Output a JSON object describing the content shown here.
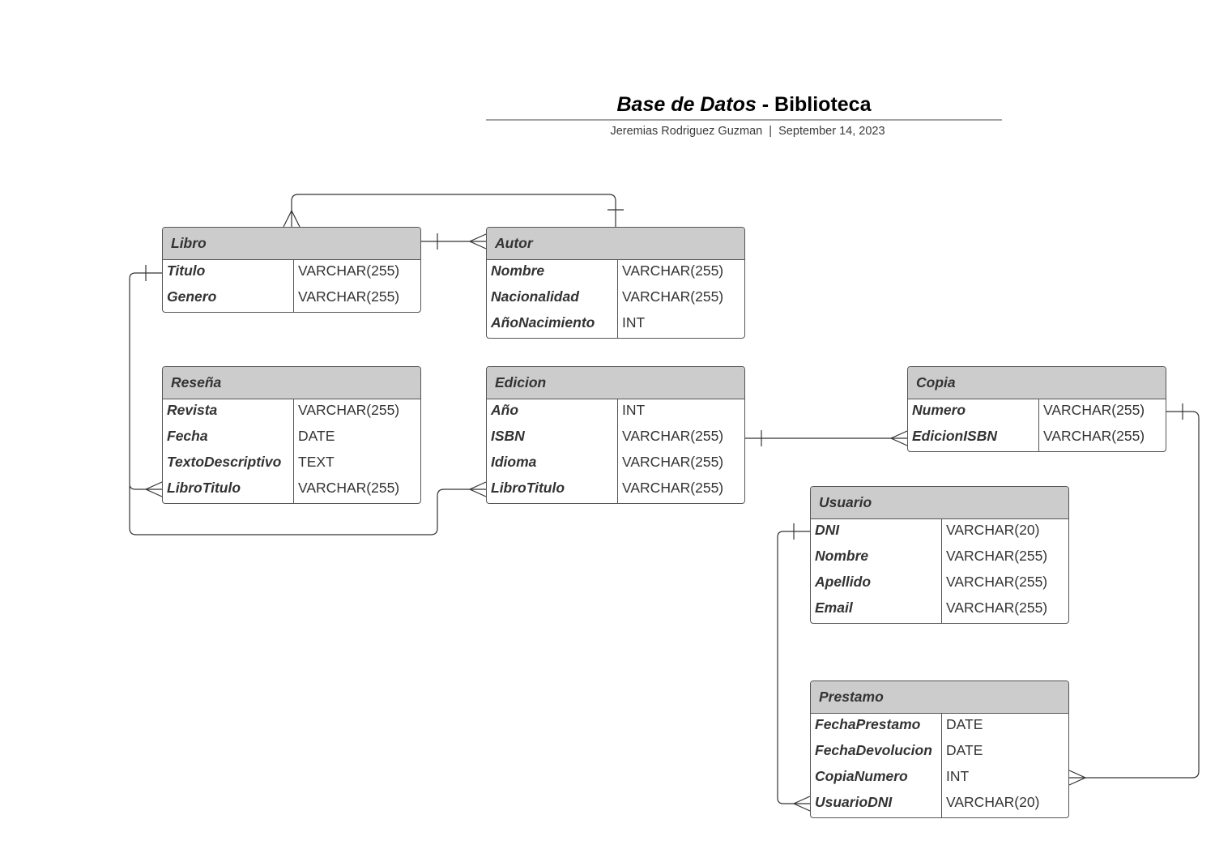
{
  "header": {
    "title_italic": "Base de Datos",
    "title_rest": " - Biblioteca",
    "author": "Jeremias Rodriguez Guzman",
    "separator": "|",
    "date": "September 14, 2023"
  },
  "entities": [
    {
      "id": "libro",
      "name": "Libro",
      "fields": [
        {
          "name": "Titulo",
          "type": "VARCHAR(255)"
        },
        {
          "name": "Genero",
          "type": "VARCHAR(255)"
        }
      ]
    },
    {
      "id": "autor",
      "name": "Autor",
      "fields": [
        {
          "name": "Nombre",
          "type": "VARCHAR(255)"
        },
        {
          "name": "Nacionalidad",
          "type": "VARCHAR(255)"
        },
        {
          "name": "AñoNacimiento",
          "type": "INT"
        }
      ]
    },
    {
      "id": "resena",
      "name": "Reseña",
      "fields": [
        {
          "name": "Revista",
          "type": "VARCHAR(255)"
        },
        {
          "name": "Fecha",
          "type": "DATE"
        },
        {
          "name": "TextoDescriptivo",
          "type": "TEXT"
        },
        {
          "name": "LibroTitulo",
          "type": "VARCHAR(255)"
        }
      ]
    },
    {
      "id": "edicion",
      "name": "Edicion",
      "fields": [
        {
          "name": "Año",
          "type": "INT"
        },
        {
          "name": "ISBN",
          "type": "VARCHAR(255)"
        },
        {
          "name": "Idioma",
          "type": "VARCHAR(255)"
        },
        {
          "name": "LibroTitulo",
          "type": "VARCHAR(255)"
        }
      ]
    },
    {
      "id": "copia",
      "name": "Copia",
      "fields": [
        {
          "name": "Numero",
          "type": "VARCHAR(255)"
        },
        {
          "name": "EdicionISBN",
          "type": "VARCHAR(255)"
        }
      ]
    },
    {
      "id": "usuario",
      "name": "Usuario",
      "fields": [
        {
          "name": "DNI",
          "type": "VARCHAR(20)"
        },
        {
          "name": "Nombre",
          "type": "VARCHAR(255)"
        },
        {
          "name": "Apellido",
          "type": "VARCHAR(255)"
        },
        {
          "name": "Email",
          "type": "VARCHAR(255)"
        }
      ]
    },
    {
      "id": "prestamo",
      "name": "Prestamo",
      "fields": [
        {
          "name": "FechaPrestamo",
          "type": "DATE"
        },
        {
          "name": "FechaDevolucion",
          "type": "DATE"
        },
        {
          "name": "CopiaNumero",
          "type": "INT"
        },
        {
          "name": "UsuarioDNI",
          "type": "VARCHAR(20)"
        }
      ]
    }
  ],
  "relationships": [
    {
      "from": "Autor",
      "to": "Libro",
      "from_cardinality": "one",
      "to_cardinality": "many"
    },
    {
      "from": "Libro",
      "to": "Autor",
      "from_cardinality": "one",
      "to_cardinality": "many"
    },
    {
      "from": "Libro.Titulo",
      "to": "Reseña.LibroTitulo",
      "from_cardinality": "one",
      "to_cardinality": "many"
    },
    {
      "from": "Libro.Titulo",
      "to": "Edicion.LibroTitulo",
      "from_cardinality": "one",
      "to_cardinality": "many"
    },
    {
      "from": "Edicion.ISBN",
      "to": "Copia.EdicionISBN",
      "from_cardinality": "one",
      "to_cardinality": "many"
    },
    {
      "from": "Copia.Numero",
      "to": "Prestamo.CopiaNumero",
      "from_cardinality": "one",
      "to_cardinality": "many"
    },
    {
      "from": "Usuario.DNI",
      "to": "Prestamo.UsuarioDNI",
      "from_cardinality": "one",
      "to_cardinality": "many"
    }
  ],
  "colors": {
    "header_fill": "#cccccc",
    "border": "#555555",
    "line": "#333333"
  }
}
